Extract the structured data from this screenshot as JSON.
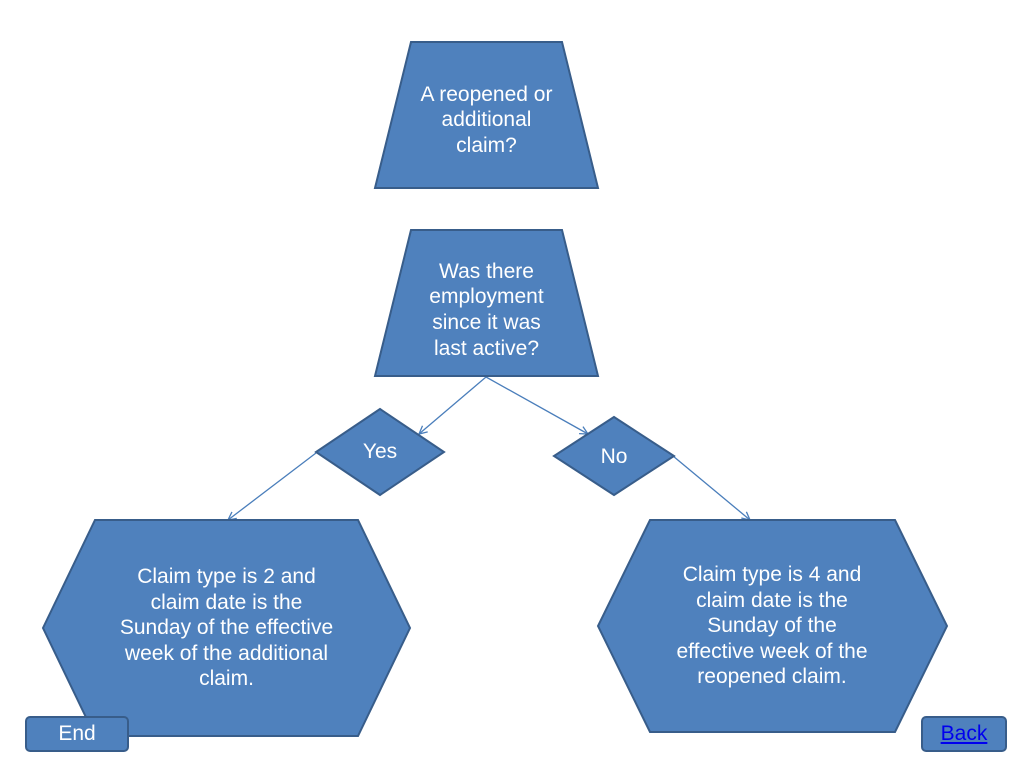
{
  "colors": {
    "shape_fill": "#4f81bd",
    "shape_stroke": "#385d8a",
    "connector": "#4a7ebb",
    "text": "#ffffff",
    "link": "#0000ee"
  },
  "nodes": {
    "q1": {
      "lines": [
        "A reopened or",
        "additional",
        "claim?"
      ]
    },
    "q2": {
      "lines": [
        "Was there",
        "employment",
        "since it was",
        "last active?"
      ]
    },
    "yes": {
      "label": "Yes"
    },
    "no": {
      "label": "No"
    },
    "result_yes": {
      "lines": [
        "Claim type is 2 and",
        "claim date is the",
        "Sunday of the effective",
        "week of the additional",
        "claim."
      ]
    },
    "result_no": {
      "lines": [
        "Claim type is 4 and",
        "claim date is the",
        "Sunday of the",
        "effective week of the",
        "reopened claim."
      ]
    }
  },
  "buttons": {
    "end_label": "End",
    "back_label": "Back"
  }
}
